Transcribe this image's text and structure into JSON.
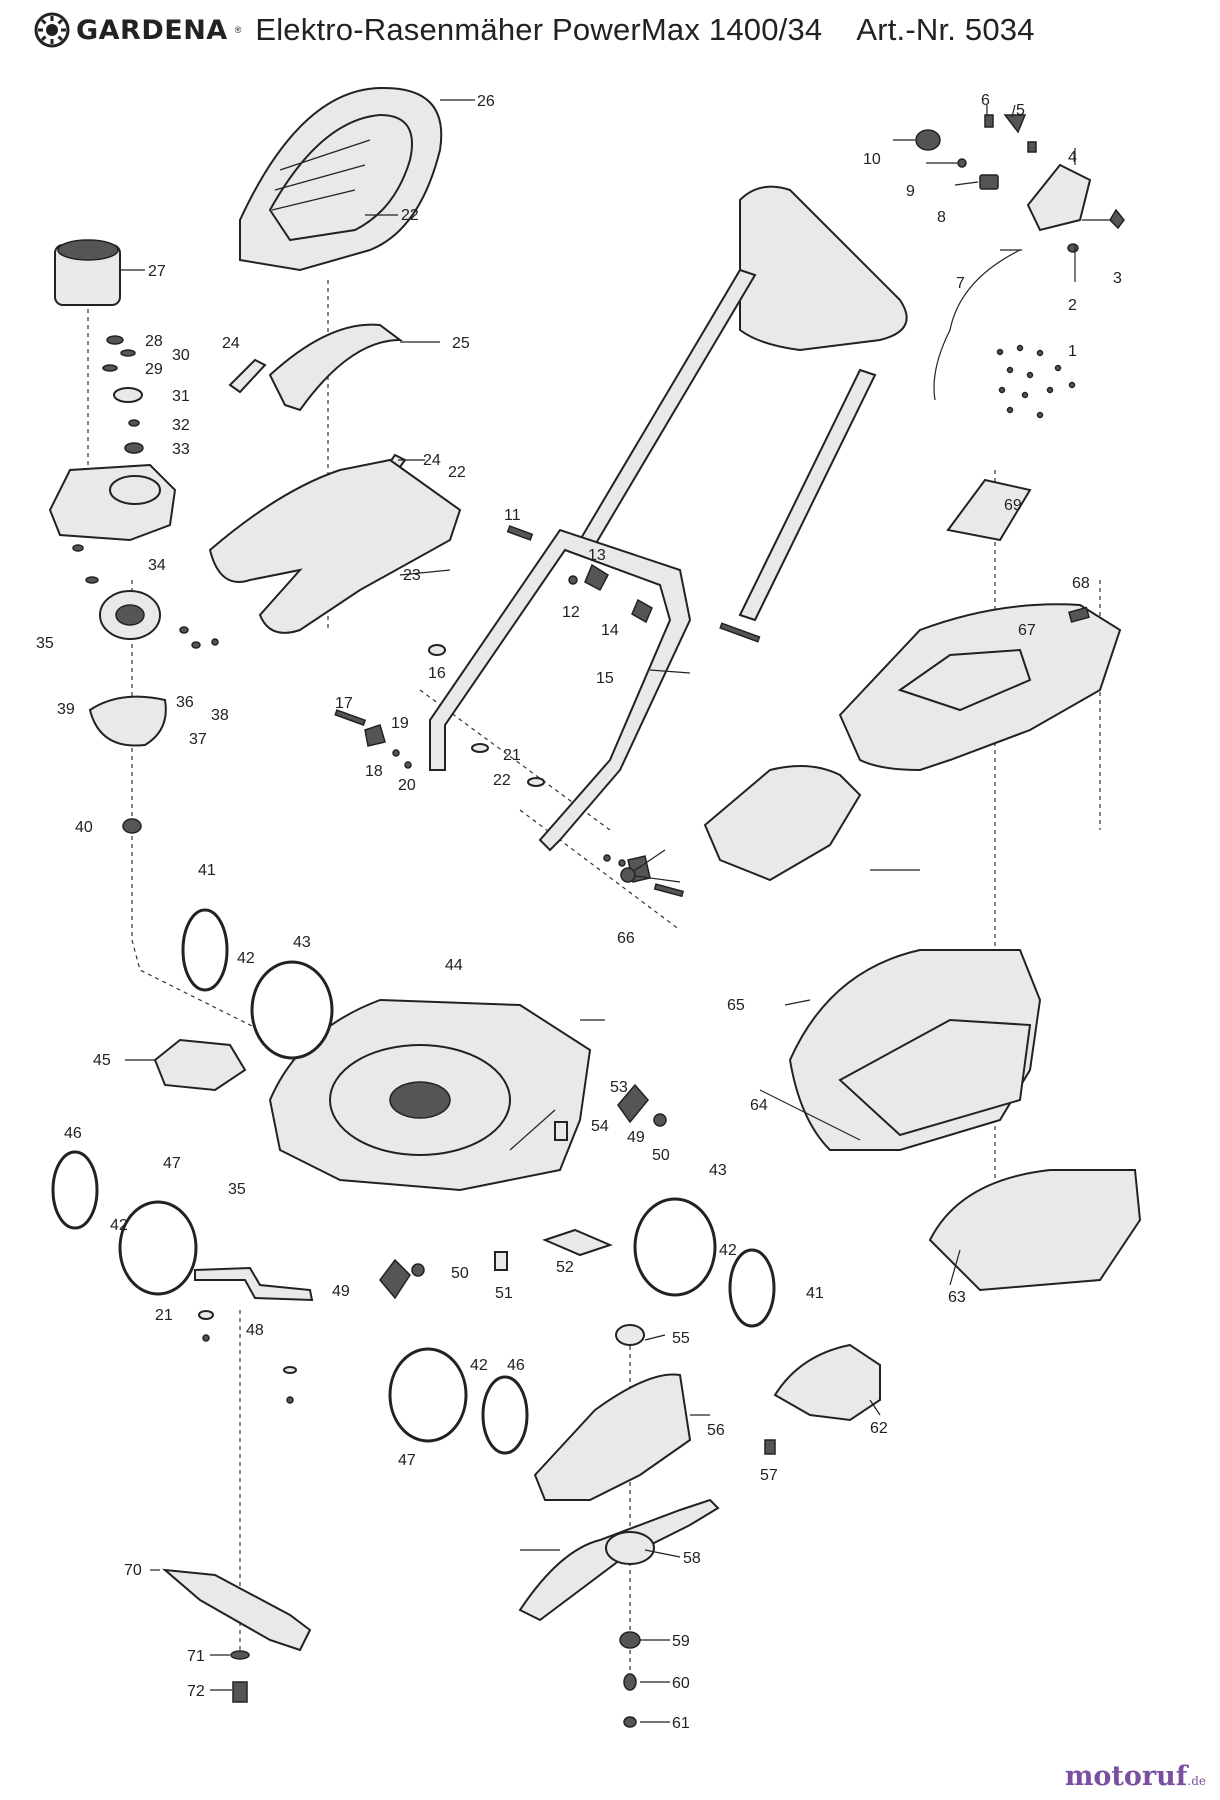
{
  "header": {
    "brand": "GARDENA",
    "brand_mark": "®",
    "product": "Elektro-Rasenmäher PowerMax 1400/34",
    "article": "Art.-Nr. 5034"
  },
  "watermark": {
    "name": "motoruf",
    "tld": ".de"
  },
  "icons": {
    "logo": "gardena-sun-logo-icon"
  },
  "parts": [
    {
      "id": "p1",
      "label": "1"
    },
    {
      "id": "p2",
      "label": "2"
    },
    {
      "id": "p3",
      "label": "3"
    },
    {
      "id": "p4",
      "label": "4"
    },
    {
      "id": "p5",
      "label": "5"
    },
    {
      "id": "p6",
      "label": "6"
    },
    {
      "id": "p7",
      "label": "7"
    },
    {
      "id": "p8",
      "label": "8"
    },
    {
      "id": "p9",
      "label": "9"
    },
    {
      "id": "p10",
      "label": "10"
    },
    {
      "id": "p11",
      "label": "11"
    },
    {
      "id": "p12",
      "label": "12"
    },
    {
      "id": "p13",
      "label": "13"
    },
    {
      "id": "p14",
      "label": "14"
    },
    {
      "id": "p15",
      "label": "15"
    },
    {
      "id": "p16",
      "label": "16"
    },
    {
      "id": "p17",
      "label": "17"
    },
    {
      "id": "p18",
      "label": "18"
    },
    {
      "id": "p19",
      "label": "19"
    },
    {
      "id": "p20",
      "label": "20"
    },
    {
      "id": "p21a",
      "label": "21"
    },
    {
      "id": "p21b",
      "label": "21"
    },
    {
      "id": "p22a",
      "label": "22"
    },
    {
      "id": "p22b",
      "label": "22"
    },
    {
      "id": "p22c",
      "label": "22"
    },
    {
      "id": "p23",
      "label": "23"
    },
    {
      "id": "p24a",
      "label": "24"
    },
    {
      "id": "p24b",
      "label": "24"
    },
    {
      "id": "p25",
      "label": "25"
    },
    {
      "id": "p26",
      "label": "26"
    },
    {
      "id": "p27",
      "label": "27"
    },
    {
      "id": "p28",
      "label": "28"
    },
    {
      "id": "p29",
      "label": "29"
    },
    {
      "id": "p30",
      "label": "30"
    },
    {
      "id": "p31",
      "label": "31"
    },
    {
      "id": "p32",
      "label": "32"
    },
    {
      "id": "p33",
      "label": "33"
    },
    {
      "id": "p34",
      "label": "34"
    },
    {
      "id": "p35a",
      "label": "35"
    },
    {
      "id": "p35b",
      "label": "35"
    },
    {
      "id": "p36",
      "label": "36"
    },
    {
      "id": "p37",
      "label": "37"
    },
    {
      "id": "p38",
      "label": "38"
    },
    {
      "id": "p39",
      "label": "39"
    },
    {
      "id": "p40",
      "label": "40"
    },
    {
      "id": "p41a",
      "label": "41"
    },
    {
      "id": "p41b",
      "label": "41"
    },
    {
      "id": "p42a",
      "label": "42"
    },
    {
      "id": "p42b",
      "label": "42"
    },
    {
      "id": "p42c",
      "label": "42"
    },
    {
      "id": "p42d",
      "label": "42"
    },
    {
      "id": "p43a",
      "label": "43"
    },
    {
      "id": "p43b",
      "label": "43"
    },
    {
      "id": "p44",
      "label": "44"
    },
    {
      "id": "p45",
      "label": "45"
    },
    {
      "id": "p46a",
      "label": "46"
    },
    {
      "id": "p46b",
      "label": "46"
    },
    {
      "id": "p47a",
      "label": "47"
    },
    {
      "id": "p47b",
      "label": "47"
    },
    {
      "id": "p48",
      "label": "48"
    },
    {
      "id": "p49a",
      "label": "49"
    },
    {
      "id": "p49b",
      "label": "49"
    },
    {
      "id": "p50a",
      "label": "50"
    },
    {
      "id": "p50b",
      "label": "50"
    },
    {
      "id": "p51",
      "label": "51"
    },
    {
      "id": "p52",
      "label": "52"
    },
    {
      "id": "p53",
      "label": "53"
    },
    {
      "id": "p54",
      "label": "54"
    },
    {
      "id": "p55",
      "label": "55"
    },
    {
      "id": "p56",
      "label": "56"
    },
    {
      "id": "p57",
      "label": "57"
    },
    {
      "id": "p58",
      "label": "58"
    },
    {
      "id": "p59",
      "label": "59"
    },
    {
      "id": "p60",
      "label": "60"
    },
    {
      "id": "p61",
      "label": "61"
    },
    {
      "id": "p62",
      "label": "62"
    },
    {
      "id": "p63",
      "label": "63"
    },
    {
      "id": "p64",
      "label": "64"
    },
    {
      "id": "p65",
      "label": "65"
    },
    {
      "id": "p66",
      "label": "66"
    },
    {
      "id": "p67",
      "label": "67"
    },
    {
      "id": "p68",
      "label": "68"
    },
    {
      "id": "p69",
      "label": "69"
    },
    {
      "id": "p70",
      "label": "70"
    },
    {
      "id": "p71",
      "label": "71"
    },
    {
      "id": "p72",
      "label": "72"
    }
  ]
}
